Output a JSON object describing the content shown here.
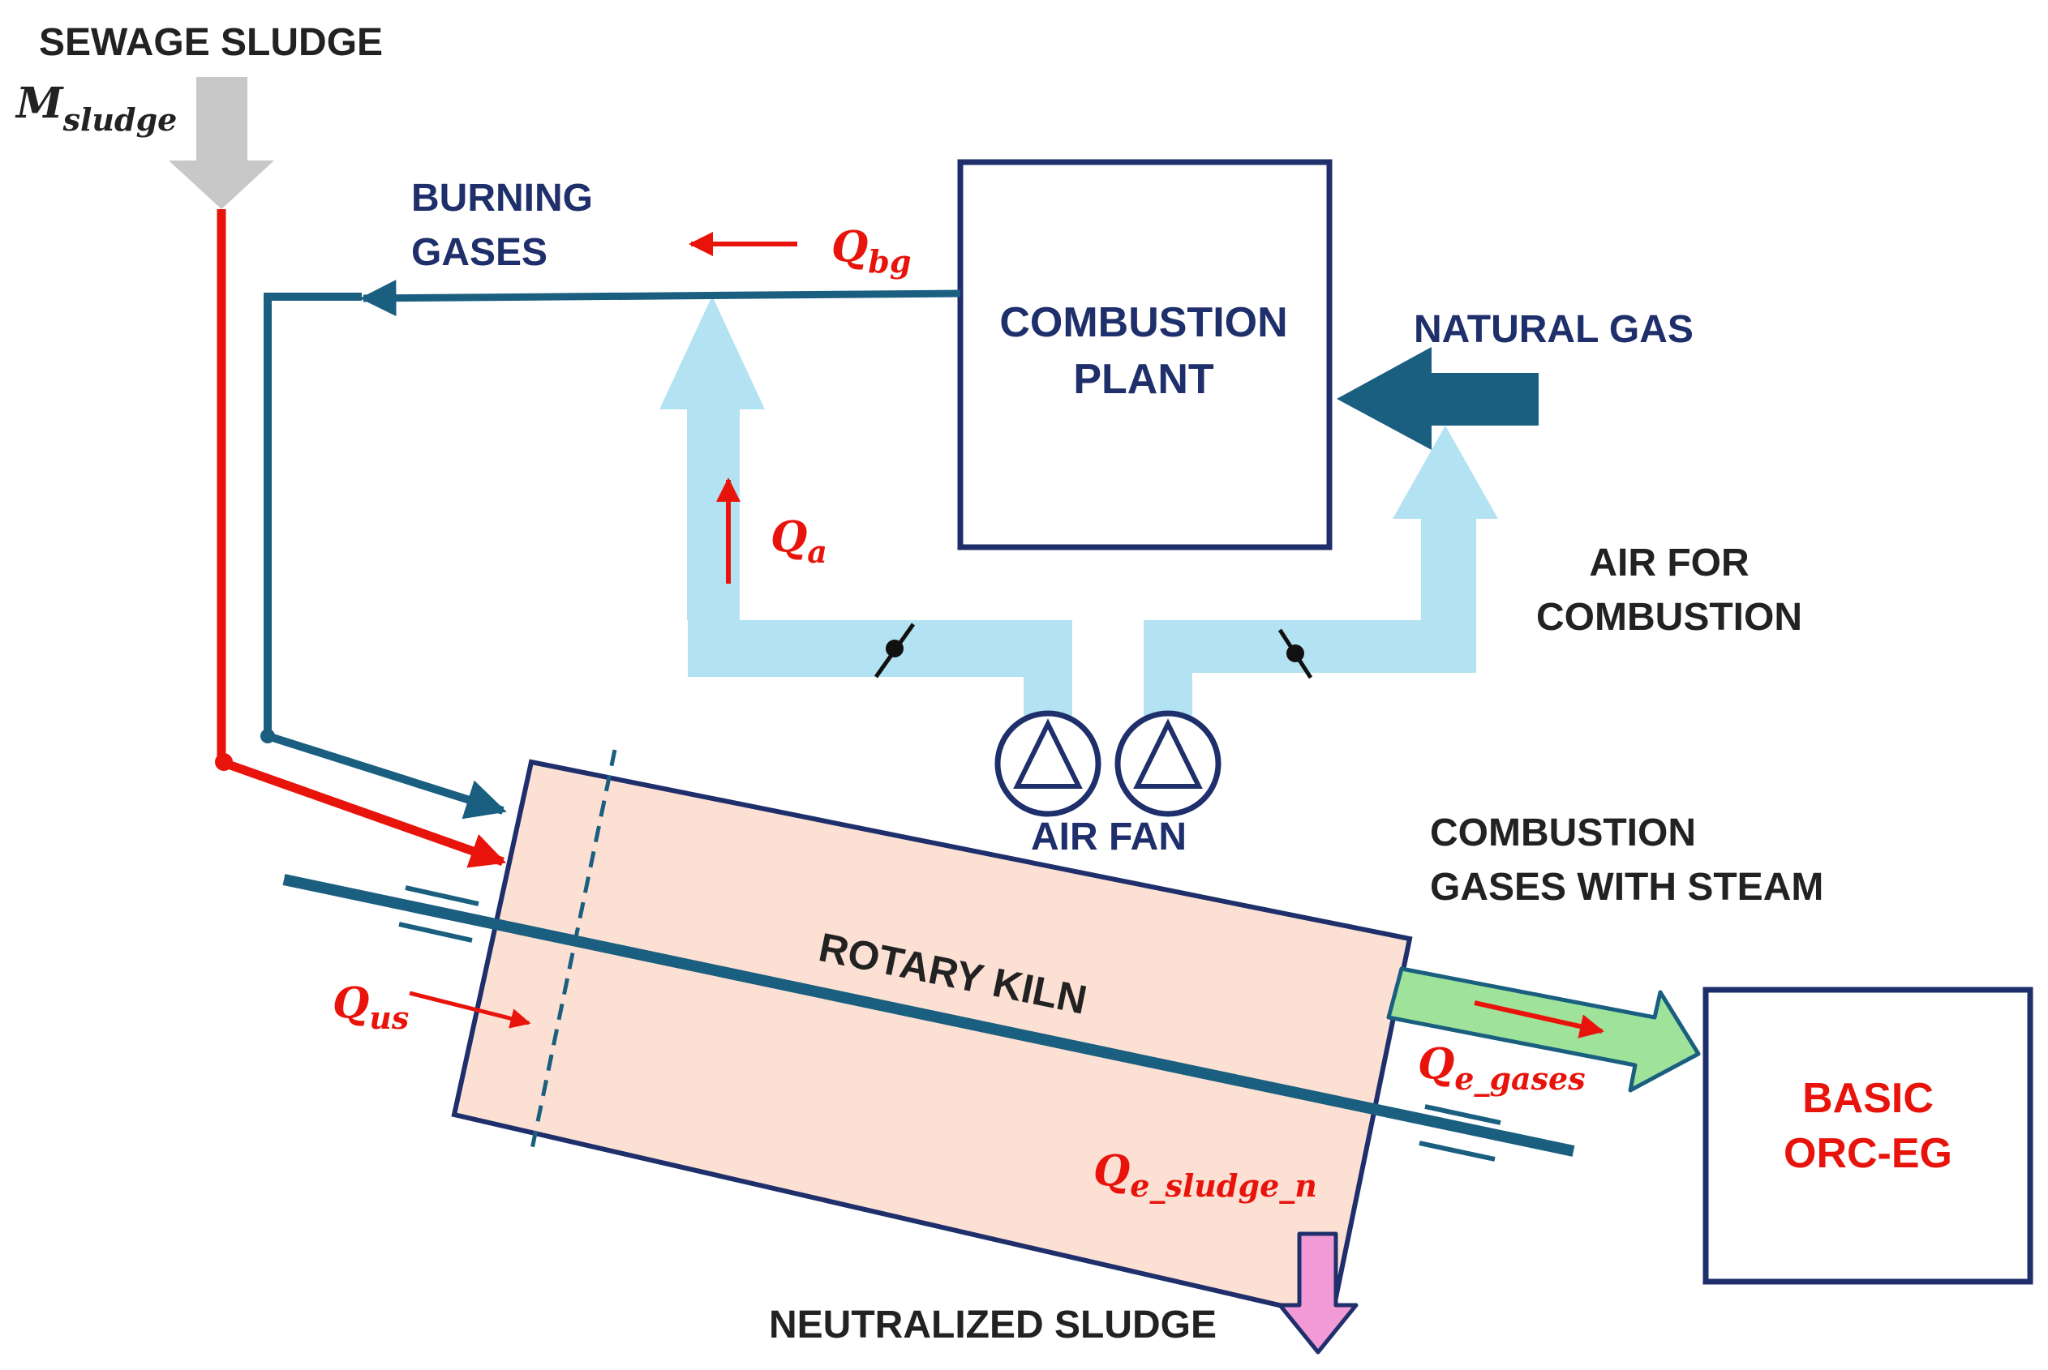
{
  "labels": {
    "sewage_sludge": "SEWAGE SLUDGE",
    "burning_gases_1": "BURNING",
    "burning_gases_2": "GASES",
    "combustion_plant_1": "COMBUSTION",
    "combustion_plant_2": "PLANT",
    "natural_gas": "NATURAL GAS",
    "air_for_combustion_1": "AIR FOR",
    "air_for_combustion_2": "COMBUSTION",
    "air_fan": "AIR FAN",
    "combustion_gases_1": "COMBUSTION",
    "combustion_gases_2": "GASES WITH STEAM",
    "rotary_kiln": "ROTARY KILN",
    "basic_orc_1": "BASIC",
    "basic_orc_2": "ORC-EG",
    "neutralized_sludge": "NEUTRALIZED SLUDGE"
  },
  "symbols": {
    "m_sludge": {
      "base": "M",
      "sub": "sludge"
    },
    "q_bg": {
      "base": "Q",
      "sub": "bg"
    },
    "q_a": {
      "base": "Q",
      "sub": "a"
    },
    "q_us": {
      "base": "Q",
      "sub": "us"
    },
    "q_e_gases": {
      "base": "Q",
      "sub": "e_gases"
    },
    "q_e_sludge_n": {
      "base": "Q",
      "sub": "e_sludge_n"
    }
  },
  "colors": {
    "navy": "#1f2f6b",
    "pipe_teal": "#1a5f80",
    "red": "#e8140c",
    "light_blue": "#b3e2f2",
    "kiln_fill": "#fde0d4",
    "green": "#9fe29a",
    "grey": "#c8c8c8",
    "pink": "#f19ad6"
  }
}
